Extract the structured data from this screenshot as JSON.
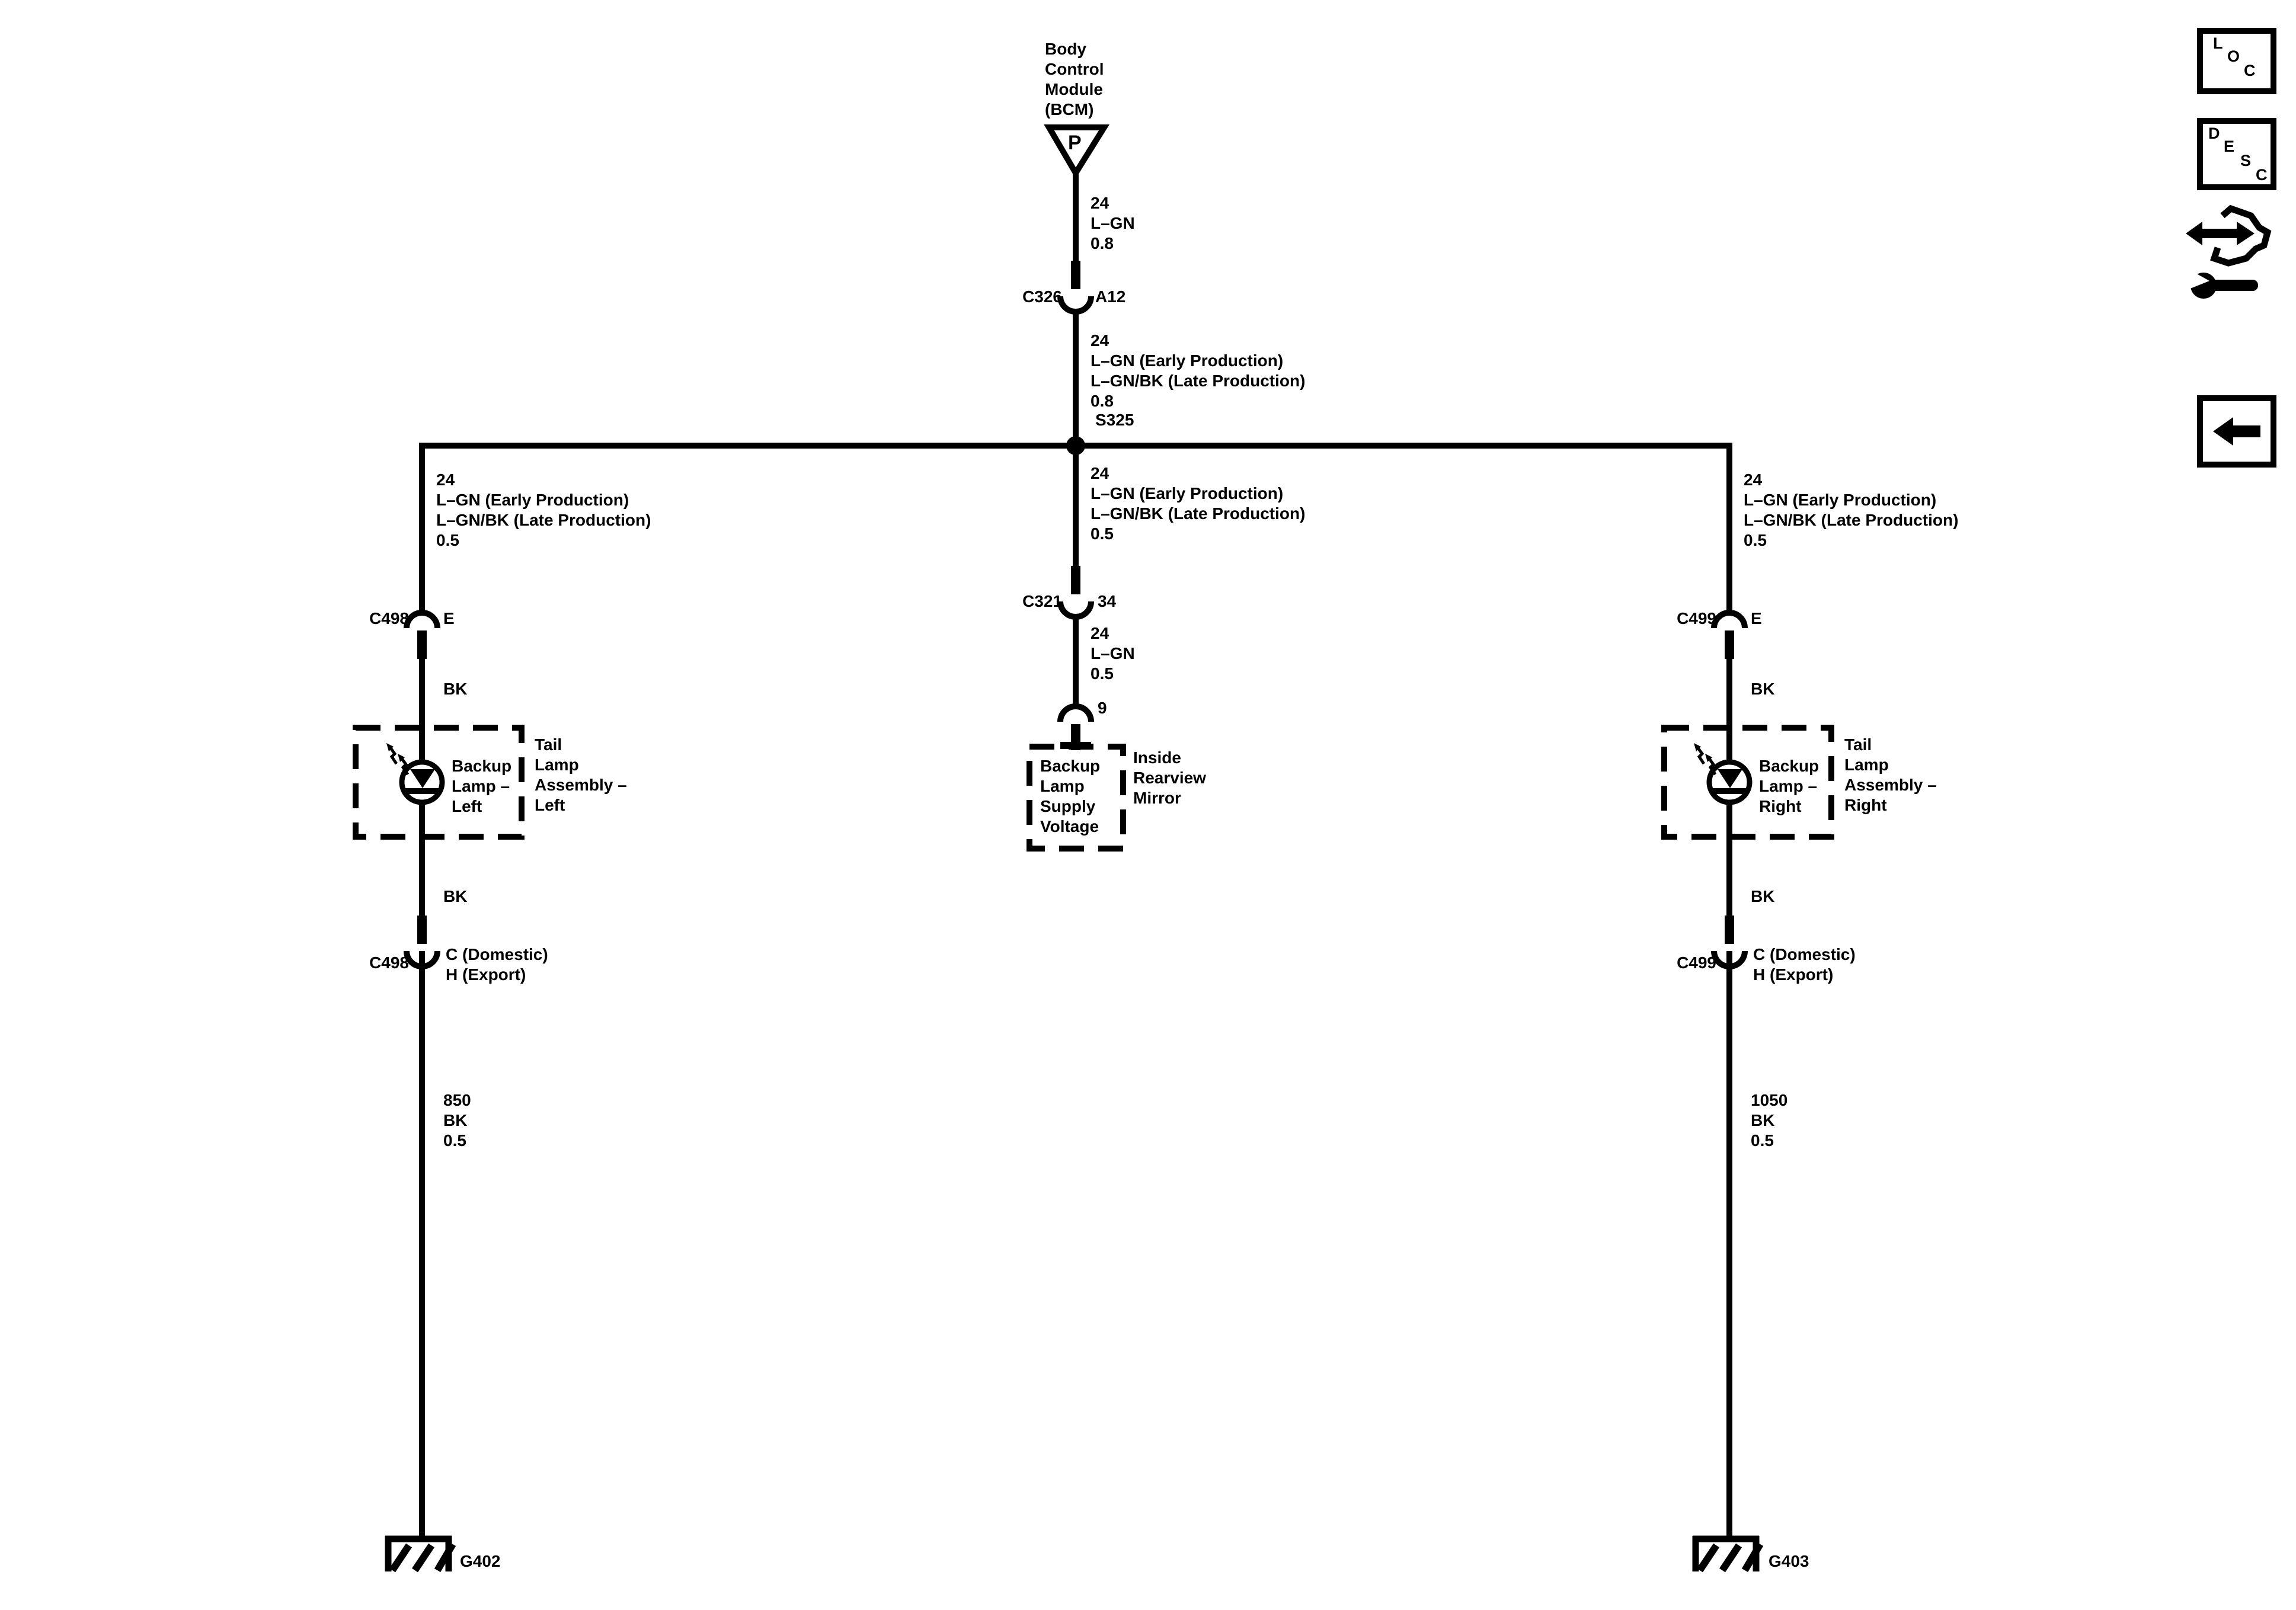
{
  "colors": {
    "ink": "#000000",
    "paper": "#ffffff"
  },
  "bcm": {
    "lines": [
      "Body",
      "Control",
      "Module",
      "(BCM)"
    ],
    "pin": "P"
  },
  "wire_bcm": {
    "l1": "24",
    "l2": "L–GN",
    "l3": "0.8"
  },
  "c326": {
    "name": "C326",
    "pin": "A12"
  },
  "wire_main": {
    "l1": "24",
    "l2": "L–GN (Early Production)",
    "l3": "L–GN/BK (Late Production)",
    "l4": "0.8"
  },
  "splice": {
    "name": "S325"
  },
  "branch": {
    "l1": "24",
    "l2": "L–GN (Early Production)",
    "l3": "L–GN/BK (Late Production)",
    "l4": "0.5"
  },
  "c321": {
    "name": "C321",
    "pin": "34"
  },
  "wire_mirror": {
    "l1": "24",
    "l2": "L–GN",
    "l3": "0.5"
  },
  "pin9": "9",
  "mirror_box": {
    "lines": [
      "Backup",
      "Lamp",
      "Supply",
      "Voltage"
    ]
  },
  "mirror_label": {
    "lines": [
      "Inside",
      "Rearview",
      "Mirror"
    ]
  },
  "left": {
    "connector_top": {
      "name": "C498",
      "pin": "E"
    },
    "wire_color": "BK",
    "lamp": {
      "lines": [
        "Backup",
        "Lamp –",
        "Left"
      ]
    },
    "assembly": {
      "lines": [
        "Tail",
        "Lamp",
        "Assembly –",
        "Left"
      ]
    },
    "wire_color2": "BK",
    "connector_bottom": {
      "name": "C498",
      "pin1": "C (Domestic)",
      "pin2": "H (Export)"
    },
    "ground_wire": {
      "l1": "850",
      "l2": "BK",
      "l3": "0.5"
    },
    "ground": "G402"
  },
  "right": {
    "connector_top": {
      "name": "C499",
      "pin": "E"
    },
    "wire_color": "BK",
    "lamp": {
      "lines": [
        "Backup",
        "Lamp –",
        "Right"
      ]
    },
    "assembly": {
      "lines": [
        "Tail",
        "Lamp",
        "Assembly –",
        "Right"
      ]
    },
    "wire_color2": "BK",
    "connector_bottom": {
      "name": "C499",
      "pin1": "C (Domestic)",
      "pin2": "H (Export)"
    },
    "ground_wire": {
      "l1": "1050",
      "l2": "BK",
      "l3": "0.5"
    },
    "ground": "G403"
  },
  "icons": {
    "loc": {
      "l1": "L",
      "l2": "O",
      "l3": "C"
    },
    "desc": {
      "l1": "D",
      "l2": "E",
      "l3": "S",
      "l4": "C"
    }
  }
}
